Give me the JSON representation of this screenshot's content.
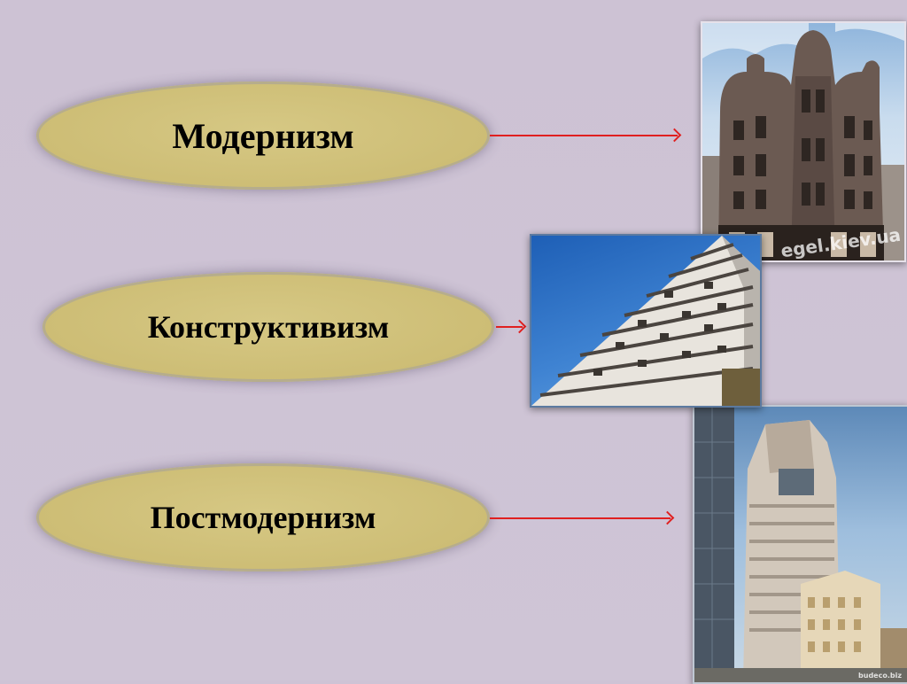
{
  "styles": [
    {
      "label": "Модернизм"
    },
    {
      "label": "Конструктивизм"
    },
    {
      "label": "Постмодернизм"
    }
  ],
  "photos": {
    "modernism_watermark": "egel.kiev.ua",
    "postmodernism_watermark": "budeco.biz"
  },
  "colors": {
    "background": "#cec3d5",
    "oval_fill": "#cdbd75",
    "arrow": "#e02020"
  }
}
